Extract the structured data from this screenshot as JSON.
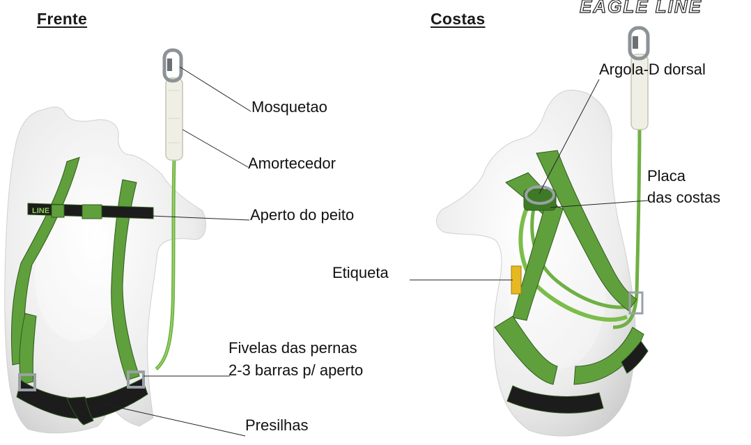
{
  "headings": {
    "front": "Frente",
    "back": "Costas"
  },
  "logo": "EAGLE LINE",
  "strap_text": "LINE",
  "labels": {
    "carabiner": "Mosquetao",
    "absorber": "Amortecedor",
    "chest_strap": "Aperto do peito",
    "leg_buckles_line1": "Fivelas das pernas",
    "leg_buckles_line2": "2-3 barras p/ aperto",
    "loops": "Presilhas",
    "dorsal_d_ring": "Argola-D dorsal",
    "back_plate_line1": "Placa",
    "back_plate_line2": "das costas",
    "tag": "Etiqueta"
  },
  "colors": {
    "webbing": "#5fa03c",
    "webbing_dark": "#2f5a1c",
    "webbing_light": "#8fcf5a",
    "lanyard": "#7bbd4a",
    "mannequin": "#f2f2f2",
    "mannequin_shade": "#d7d7d7",
    "black_strap": "#1c1c1c",
    "metal": "#9aa0a6",
    "tag": "#e8b820"
  }
}
